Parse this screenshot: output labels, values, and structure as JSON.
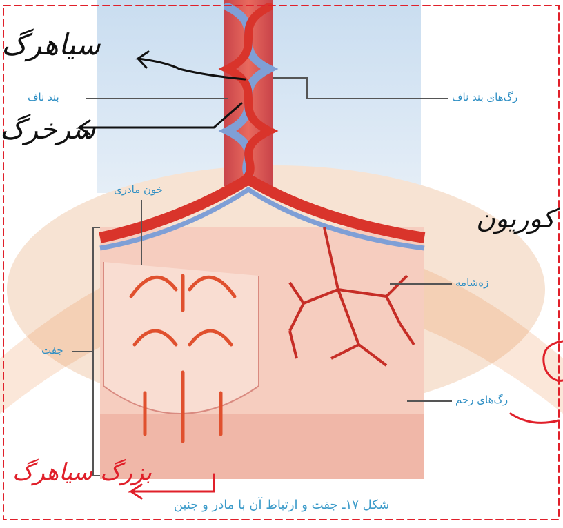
{
  "labels": {
    "umbilical_cord": "بند ناف",
    "umbilical_vessels": "رگ‌های بند ناف",
    "maternal_blood": "خون مادری",
    "villi": "زه‌شامه",
    "placenta": "جفت",
    "uterine_vessels": "رگ‌های رحم"
  },
  "caption": "شکل ۱۷ـ جفت و ارتباط آن با مادر و جنین",
  "handwritten": {
    "top_left": "سیاهرگ",
    "mid_left": "سرخرگ",
    "right": "کوریون",
    "bottom": "بزرگ سیاهرگ"
  },
  "colors": {
    "artery": "#d9342b",
    "vein": "#7f9fd6",
    "tissue": "#f6cdbf",
    "label_blue": "#2f8fc4",
    "handwriting_red": "#e0202a",
    "watermark": "#e97b2a"
  }
}
